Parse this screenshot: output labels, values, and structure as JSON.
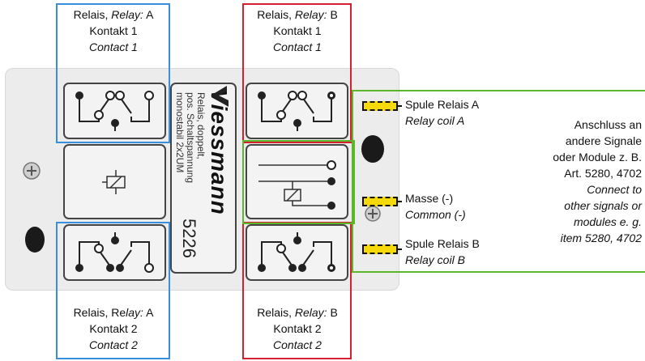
{
  "top_left_label": {
    "line1_a": "Relais, ",
    "line1_b": "Relay:",
    "line1_c": " A",
    "line2": "Kontakt 1",
    "line3": "Contact 1"
  },
  "top_right_label": {
    "line1_a": "Relais, ",
    "line1_b": "Relay:",
    "line1_c": " B",
    "line2": "Kontakt 1",
    "line3": "Contact 1"
  },
  "bottom_left_label": {
    "line1_a": "Relais, Re",
    "line1_b": "lay:",
    "line1_c": " A",
    "line2": "Kontakt 2",
    "line3": "Contact 2"
  },
  "bottom_right_label": {
    "line1_a": "Relais, ",
    "line1_b": "Relay:",
    "line1_c": " B",
    "line2": "Kontakt 2",
    "line3": "Contact 2"
  },
  "device": {
    "brand": "Viessmann",
    "model": "5226",
    "description_lines": [
      "Relais, doppelt,",
      "pos. Schaltspannung",
      "monostabil 2x2UM"
    ]
  },
  "connections": {
    "coil_a": {
      "de": "Spule Relais A",
      "en": "Relay coil A"
    },
    "common": {
      "de": "Masse (-)",
      "en": "Common (-)"
    },
    "coil_b": {
      "de": "Spule Relais B",
      "en": "Relay coil B"
    }
  },
  "note": {
    "de_lines": [
      "Anschluss an",
      "andere Signale",
      "oder Module z. B.",
      "Art. 5280, 4702"
    ],
    "en_lines": [
      "Connect to",
      "other signals or",
      "modules e. g.",
      "item 5280, 4702"
    ]
  },
  "colors": {
    "relay_a": "#3a8fdc",
    "relay_b": "#d42030",
    "connection": "#5cb82a",
    "terminal": "#f5d90a"
  }
}
